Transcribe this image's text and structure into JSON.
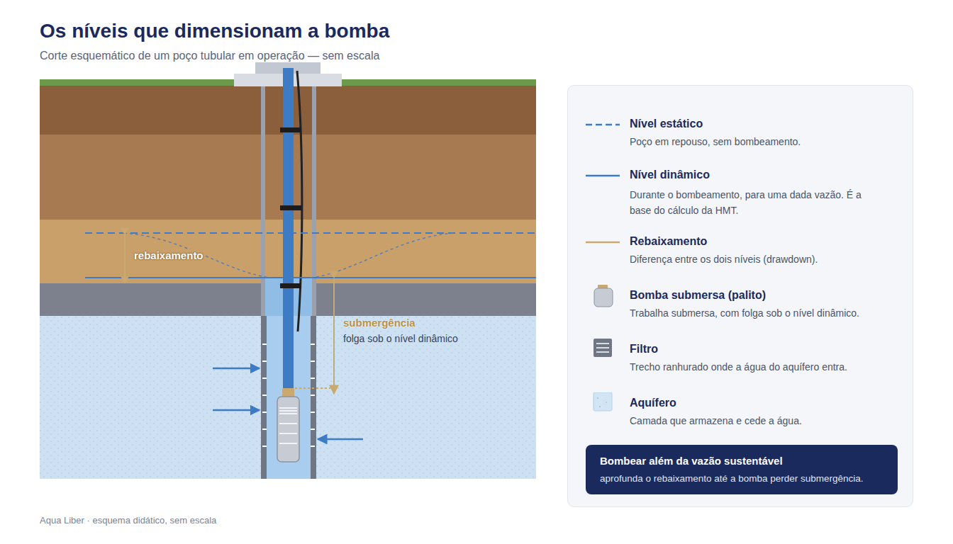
{
  "diagram": {
    "title": "Os níveis que dimensionam a bomba",
    "caption": "Corte esquemático de um poço tubular em operação — sem escala",
    "nodes": [
      {
        "text": [
          "Bombear além da vazão sustentável",
          "aprofunda o rebaixamento até a bomba perder submergência."
        ]
      }
    ],
    "edges": [],
    "labels": [
      "rebaixamento",
      "submergência",
      "folga sob o nível dinâmico",
      "Poço em repouso, sem bombeamento.",
      "Durante o bombeamento, para uma dada vazão. É a base do cálculo da HMT.",
      "Diferença entre os dois níveis (drawdown).",
      "Trabalha submersa, com folga sob o nível dinâmico.",
      "Trecho ranhurado onde a água do aquífero entra.",
      "Camada que armazena e cede a água.",
      "Aqua Liber · esquema didático, sem escala"
    ],
    "legend": [
      {
        "text": "Nível estático"
      },
      {
        "text": "Nível dinâmico"
      },
      {
        "text": "Rebaixamento"
      },
      {
        "text": "Bomba submersa (palito)"
      },
      {
        "text": "Filtro"
      },
      {
        "text": "Aquífero",
        "color": "#d3e5f5"
      }
    ]
  }
}
